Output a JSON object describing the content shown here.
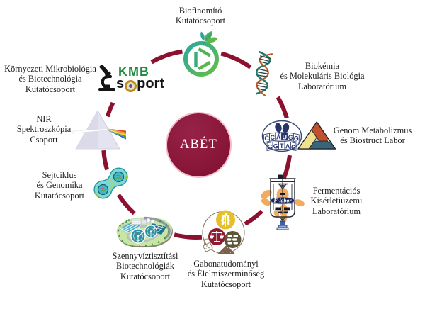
{
  "center": {
    "label": "ABÉT"
  },
  "colors": {
    "ring": "#8c1130",
    "center_fill": "#8d1a3d",
    "center_rim": "#f3bac9",
    "label_text": "#1e1e1e",
    "kmb_green": "#1e8c3c",
    "icon_green": "#5cb947",
    "icon_teal": "#2aa89e"
  },
  "groups": [
    {
      "name": "biorefinery",
      "icon": "biorefinery-icon",
      "lines": [
        "Biofinomító",
        "Kutatócsoport"
      ]
    },
    {
      "name": "biochemistry",
      "icon": "dna-icon",
      "lines": [
        "Biokémia",
        "és Molekuláris Biológia",
        "Laboratórium"
      ]
    },
    {
      "name": "genome-metabolism",
      "icon": "genome-code-icon",
      "lines": [
        "Genom Metabolizmus",
        "és Biostruct Labor"
      ]
    },
    {
      "name": "fermentation",
      "icon": "bioreactor-icon",
      "lines": [
        "Fermentációs",
        "Kísérletiüzemi",
        "Laboratórium"
      ]
    },
    {
      "name": "grain-science",
      "icon": "grain-food-icon",
      "lines": [
        "Gabonatudományi",
        "és Élelmiszerminőség",
        "Kutatócsoport"
      ]
    },
    {
      "name": "wastewater",
      "icon": "wastewater-plant-icon",
      "lines": [
        "Szennyvíztisztítási",
        "Biotechnológiák",
        "Kutatócsoport"
      ]
    },
    {
      "name": "cell-cycle",
      "icon": "dividing-cell-icon",
      "lines": [
        "Sejtciklus",
        "és Genomika",
        "Kutatócsoport"
      ]
    },
    {
      "name": "nir-spectroscopy",
      "icon": "prism-icon",
      "lines": [
        "NIR",
        "Spektroszkópia",
        "Csoport"
      ]
    },
    {
      "name": "environmental-microbiology",
      "icon": "kmb-logo",
      "lines": [
        "Környezeti Mikrobiológia",
        "és Biotechnológia",
        "Kutatócsoport"
      ]
    }
  ],
  "kmb_logo": {
    "kmb": "KMB",
    "s": "s",
    "port": "port"
  },
  "bioreactor_label": "F-labor",
  "genome_letters": {
    "top": [
      "C",
      "C",
      "A",
      "U",
      "G",
      "G"
    ],
    "bottom": [
      "G",
      "G",
      "T",
      "A",
      "C"
    ]
  }
}
